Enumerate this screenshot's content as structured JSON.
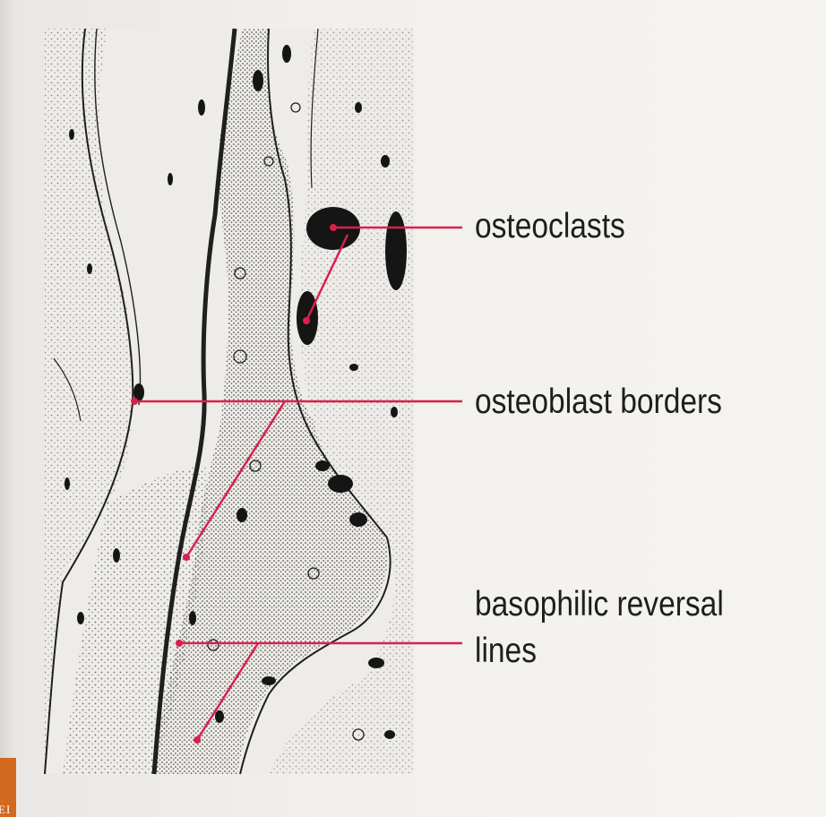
{
  "labels": {
    "osteoclasts": "osteoclasts",
    "osteoblast_borders": "osteoblast borders",
    "reversal_line1": "basophilic reversal",
    "reversal_line2": "lines"
  },
  "corner_text": "EI",
  "colors": {
    "pointer": "#d8204f",
    "ink": "#1e1e1e",
    "corner": "#d2691e",
    "background": "#f4f2ee"
  }
}
